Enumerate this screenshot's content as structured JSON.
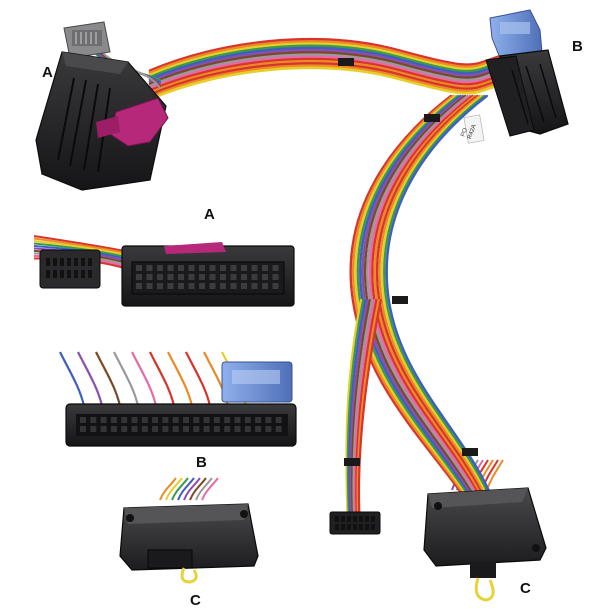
{
  "labels": {
    "a_top": "A",
    "b_top": "B",
    "a_mid": "A",
    "b_mid": "B",
    "c_left": "C",
    "c_right": "C"
  },
  "sticker": {
    "line1": "PO",
    "line2": "R42A"
  },
  "colors": {
    "connector_black": "#1e1e20",
    "connector_pink": "#b5287a",
    "connector_blue": "#6f8fd0",
    "wire_red": "#d8342c",
    "wire_orange": "#ec8a26",
    "wire_yellow": "#e6cf2b",
    "wire_green": "#3c9a48",
    "wire_blue": "#3e5fc2",
    "wire_purple": "#8a4fb0",
    "wire_brown": "#7a4a26",
    "wire_gray": "#9a9a9a",
    "wire_pink": "#e66aa8"
  }
}
